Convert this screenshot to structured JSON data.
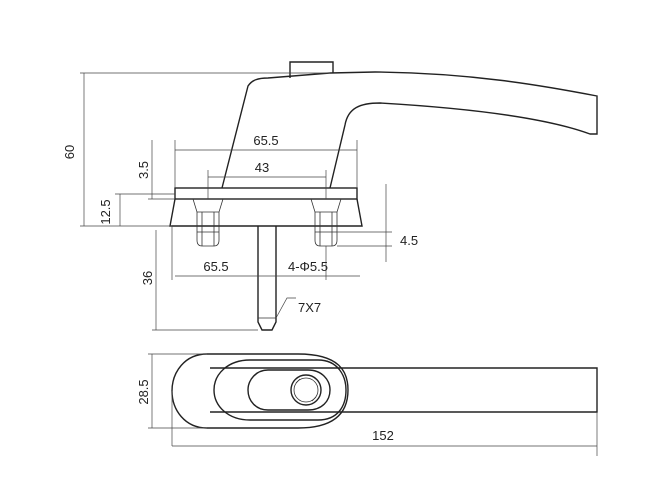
{
  "dimensions": {
    "overall_height": "60",
    "base_to_pin": "3.5",
    "base_thickness": "12.5",
    "hole_spacing_outer": "65.5",
    "hole_spacing_inner": "43",
    "screw_depth": "4.5",
    "spindle_length": "36",
    "spindle_offset": "65.5",
    "hole_count_dia": "4-Φ5.5",
    "spindle_size": "7X7",
    "rose_width": "28.5",
    "overall_length": "152"
  }
}
